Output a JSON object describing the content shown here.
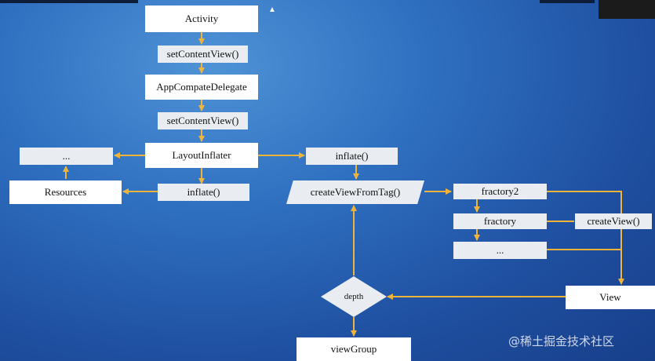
{
  "nodes": {
    "activity": "Activity",
    "set_content_view_1": "setContentView()",
    "app_compat_delegate": "AppCompateDelegate",
    "set_content_view_2": "setContentView()",
    "layout_inflater": "LayoutInflater",
    "ellipsis_left": "...",
    "resources": "Resources",
    "inflate_left": "inflate()",
    "inflate_mid": "inflate()",
    "create_view_from_tag": "createViewFromTag()",
    "fractory2": "fractory2",
    "fractory": "fractory",
    "ellipsis_right": "...",
    "create_view": "createView()",
    "view": "View",
    "depth": "depth",
    "view_group": "viewGroup"
  },
  "watermark": "@稀土掘金技术社区",
  "colors": {
    "arrow": "#f0b43a",
    "background": "#2f6fc0"
  }
}
